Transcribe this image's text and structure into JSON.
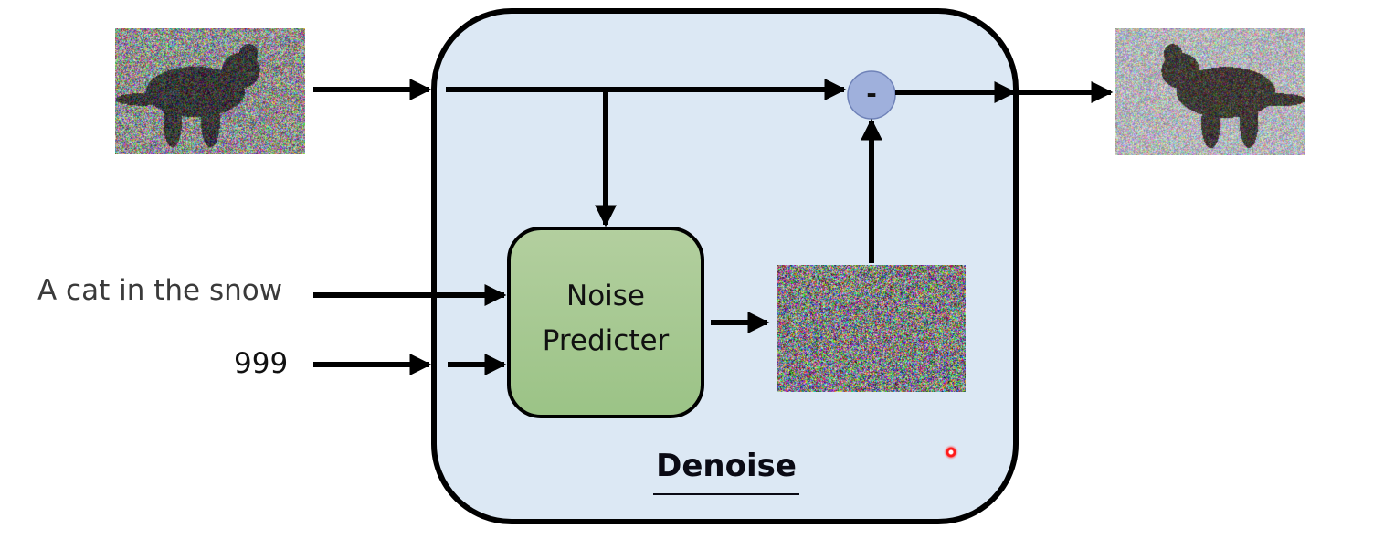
{
  "diagram": {
    "title": "Denoise",
    "inputs": {
      "noisy_image": {
        "description": "noisy cat image (input)",
        "icon": "noisy-image"
      },
      "text_prompt": "A cat in the snow",
      "timestep": "999"
    },
    "blocks": {
      "noise_predictor": {
        "line1": "Noise",
        "line2": "Predicter"
      },
      "subtract_operator": "-"
    },
    "intermediate": {
      "predicted_noise": {
        "description": "predicted noise image",
        "icon": "noise-image"
      }
    },
    "output": {
      "denoised_image": {
        "description": "less-noisy cat image (output)",
        "icon": "denoised-image"
      }
    },
    "colors": {
      "container_fill": "#dce8f4",
      "container_stroke": "#000000",
      "predictor_fill_top": "#b3cf9f",
      "predictor_fill_bottom": "#9bc386",
      "operator_fill": "#9fb0dc",
      "operator_stroke": "#6f82b8",
      "arrow": "#000000",
      "pointer": "#ff1a1a"
    }
  }
}
